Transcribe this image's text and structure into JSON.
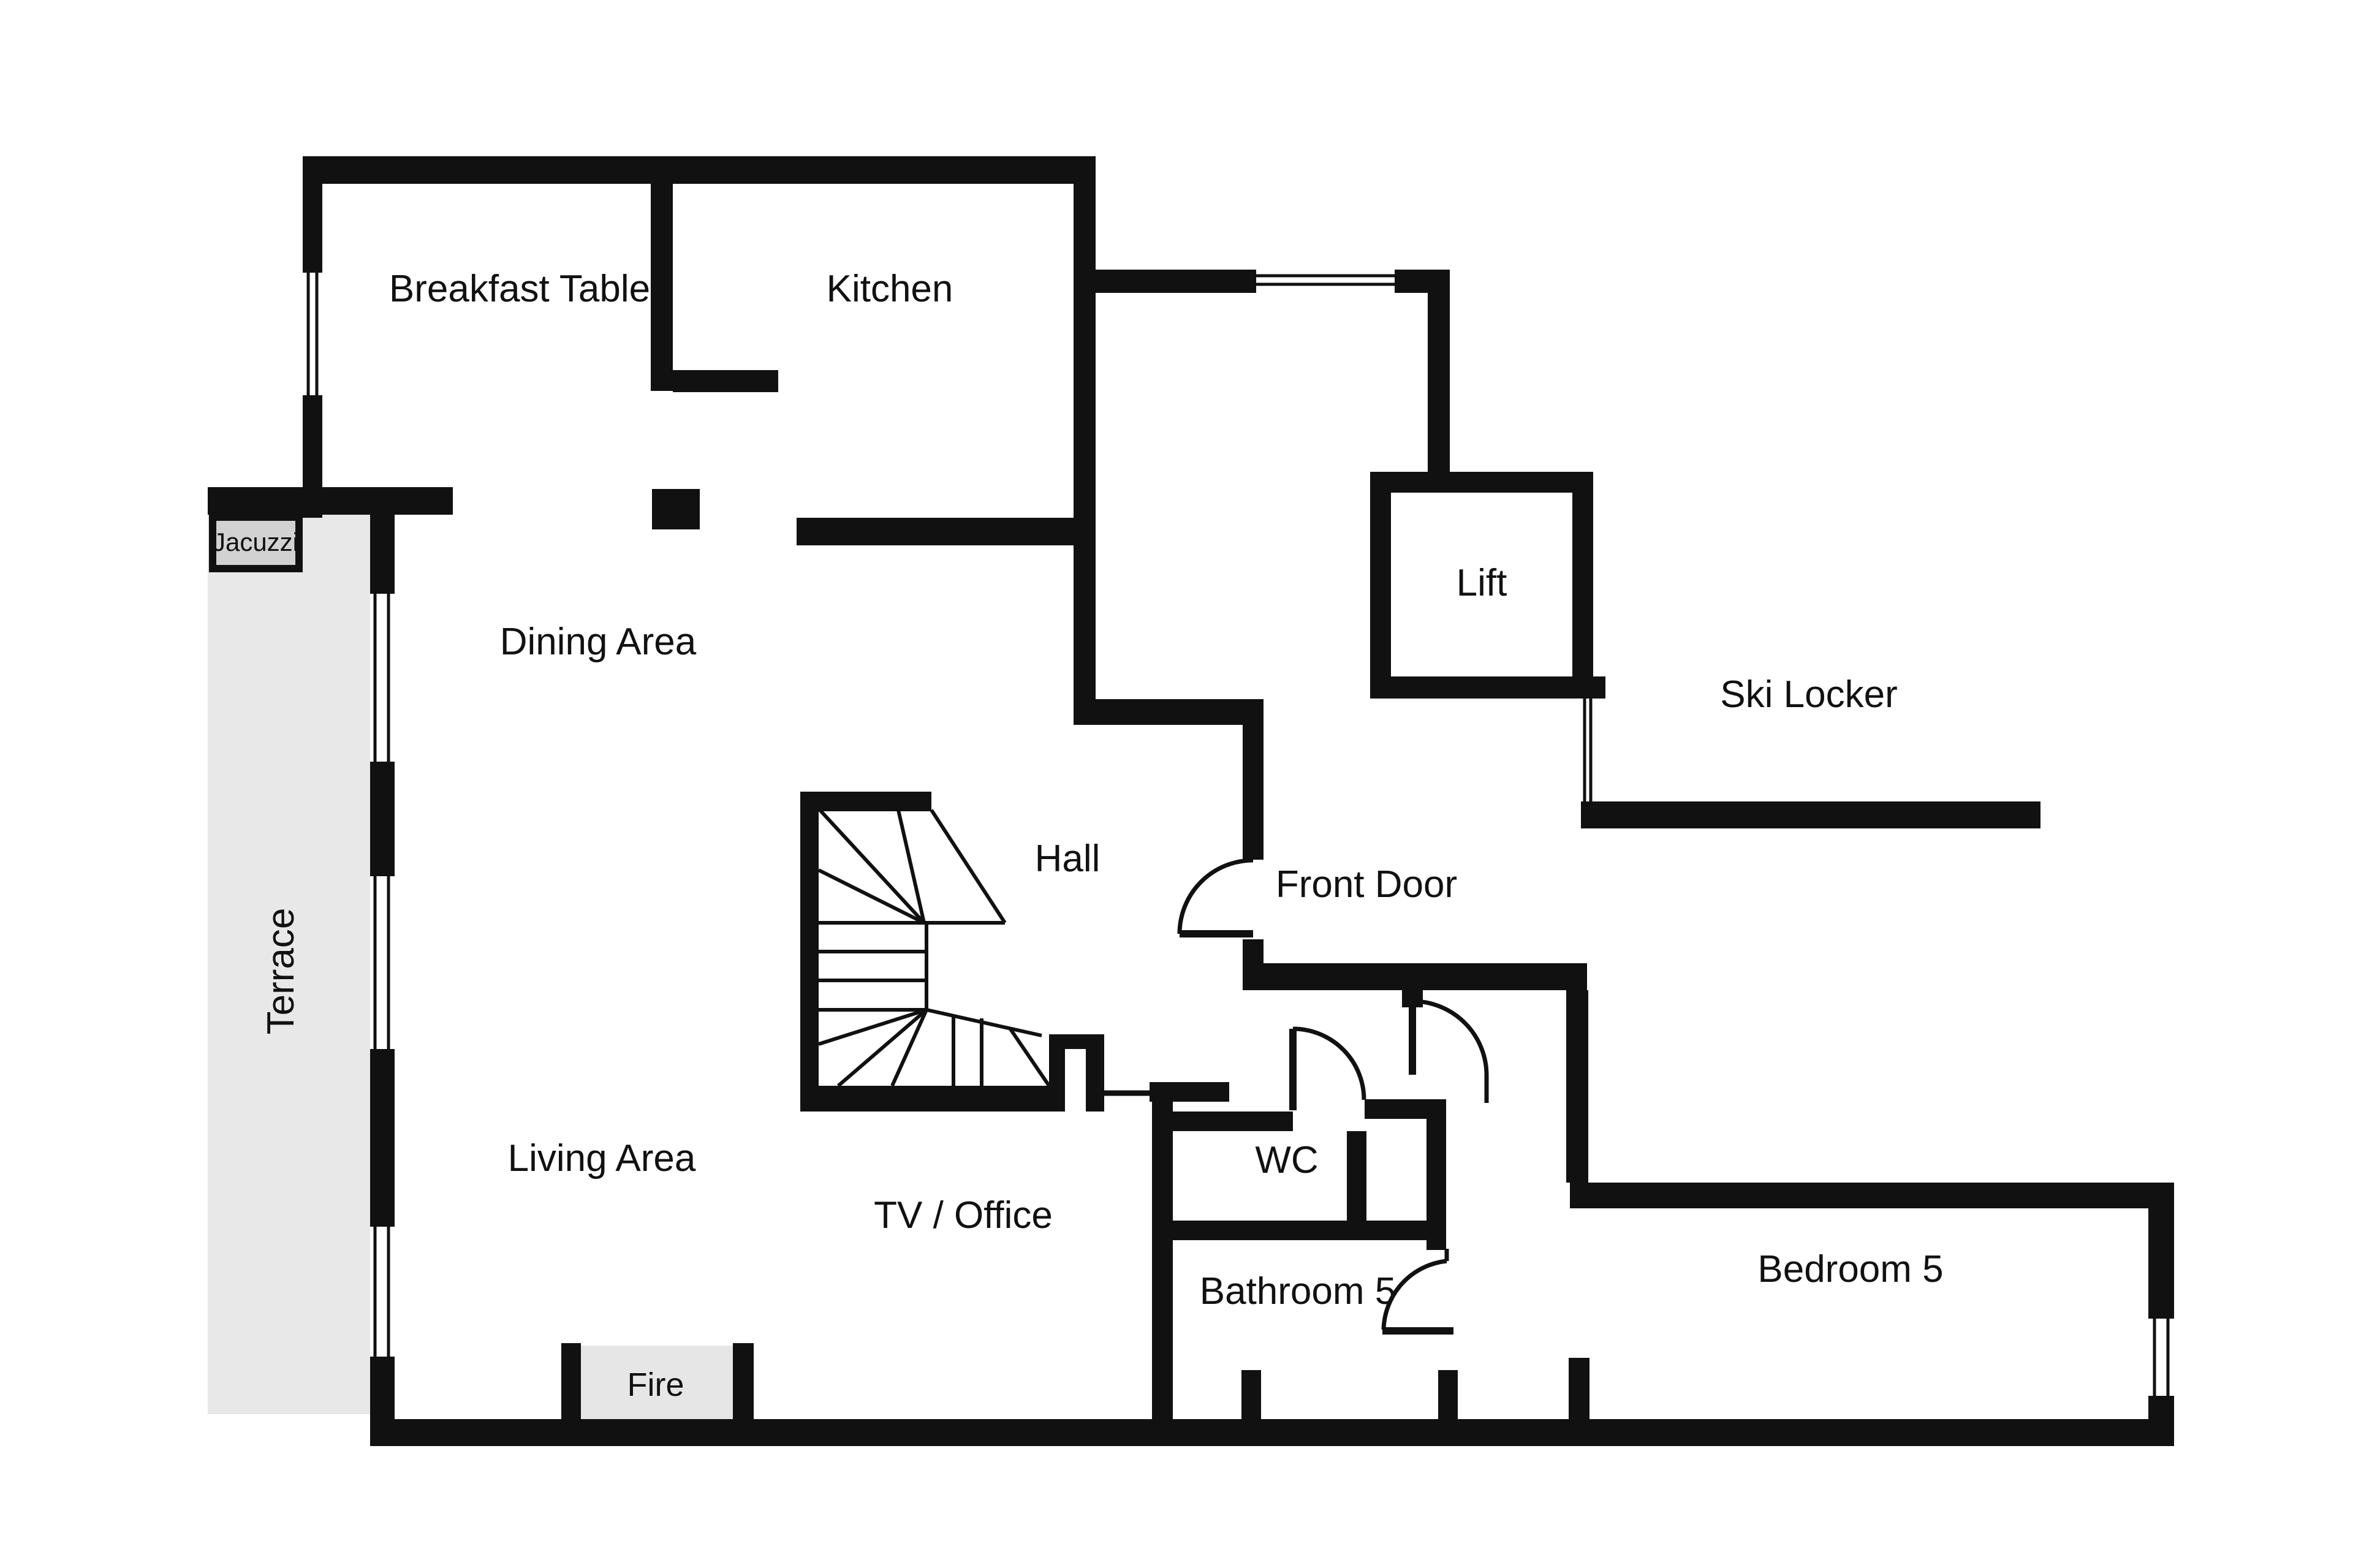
{
  "title": "Chalet apartment floor plan",
  "colors": {
    "wall": "#111111",
    "background": "#ffffff",
    "terrace_fill": "#e8e8e8",
    "jacuzzi_fill": "#d2d2d2",
    "fire_fill": "#e6e6e6"
  },
  "labels": {
    "breakfast_table": "Breakfast Table",
    "kitchen": "Kitchen",
    "jacuzzi": "Jacuzzi",
    "dining_area": "Dining Area",
    "terrace": "Terrace",
    "lift": "Lift",
    "ski_locker": "Ski Locker",
    "hall": "Hall",
    "front_door": "Front Door",
    "living_area": "Living Area",
    "tv_office": "TV / Office",
    "wc": "WC",
    "bathroom5": "Bathroom 5",
    "bedroom5": "Bedroom 5",
    "fire": "Fire"
  }
}
